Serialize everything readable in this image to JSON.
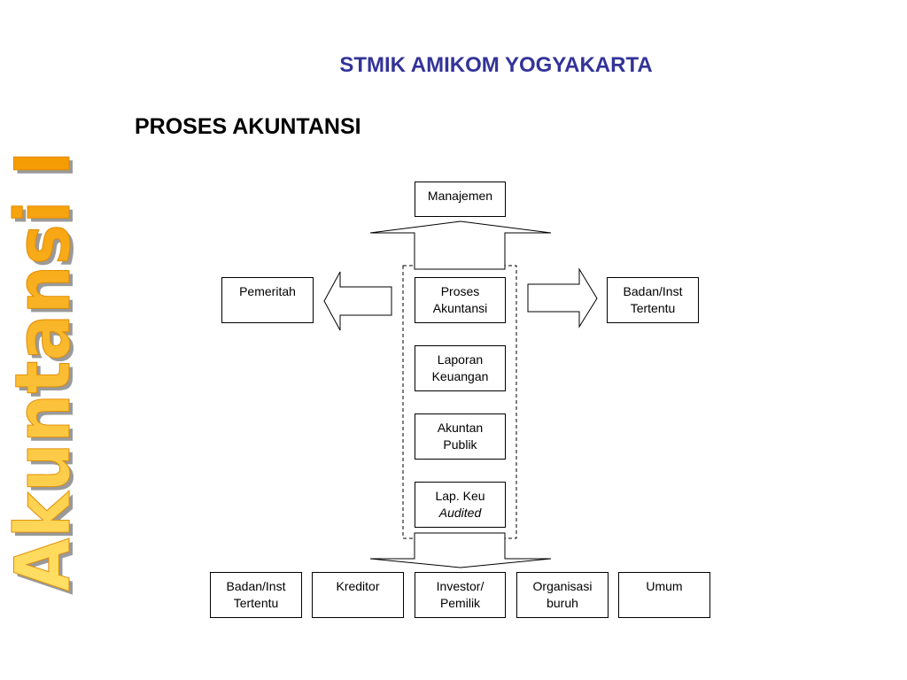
{
  "header": {
    "institution": "STMIK AMIKOM YOGYAKARTA",
    "title": "PROSES AKUNTANSI"
  },
  "banner": {
    "text": "Akuntansi I"
  },
  "diagram": {
    "manajemen": "Manajemen",
    "pemeritah": "Pemeritah",
    "proses": [
      "Proses",
      "Akuntansi"
    ],
    "badan_right": [
      "Badan/Inst",
      "Tertentu"
    ],
    "laporan": [
      "Laporan",
      "Keuangan"
    ],
    "akuntan": [
      "Akuntan",
      "Publik"
    ],
    "lapkeu": [
      "Lap. Keu",
      "Audited"
    ],
    "recipients": [
      [
        "Badan/Inst",
        "Tertentu"
      ],
      [
        "Kreditor",
        ""
      ],
      [
        "Investor/",
        "Pemilik"
      ],
      [
        "Organisasi",
        "buruh"
      ],
      [
        "Umum",
        ""
      ]
    ]
  },
  "colors": {
    "title": "#333399",
    "banner_top": "#ffe066",
    "banner_bottom": "#f59a00",
    "banner_shadow": "#9a9a9a"
  }
}
